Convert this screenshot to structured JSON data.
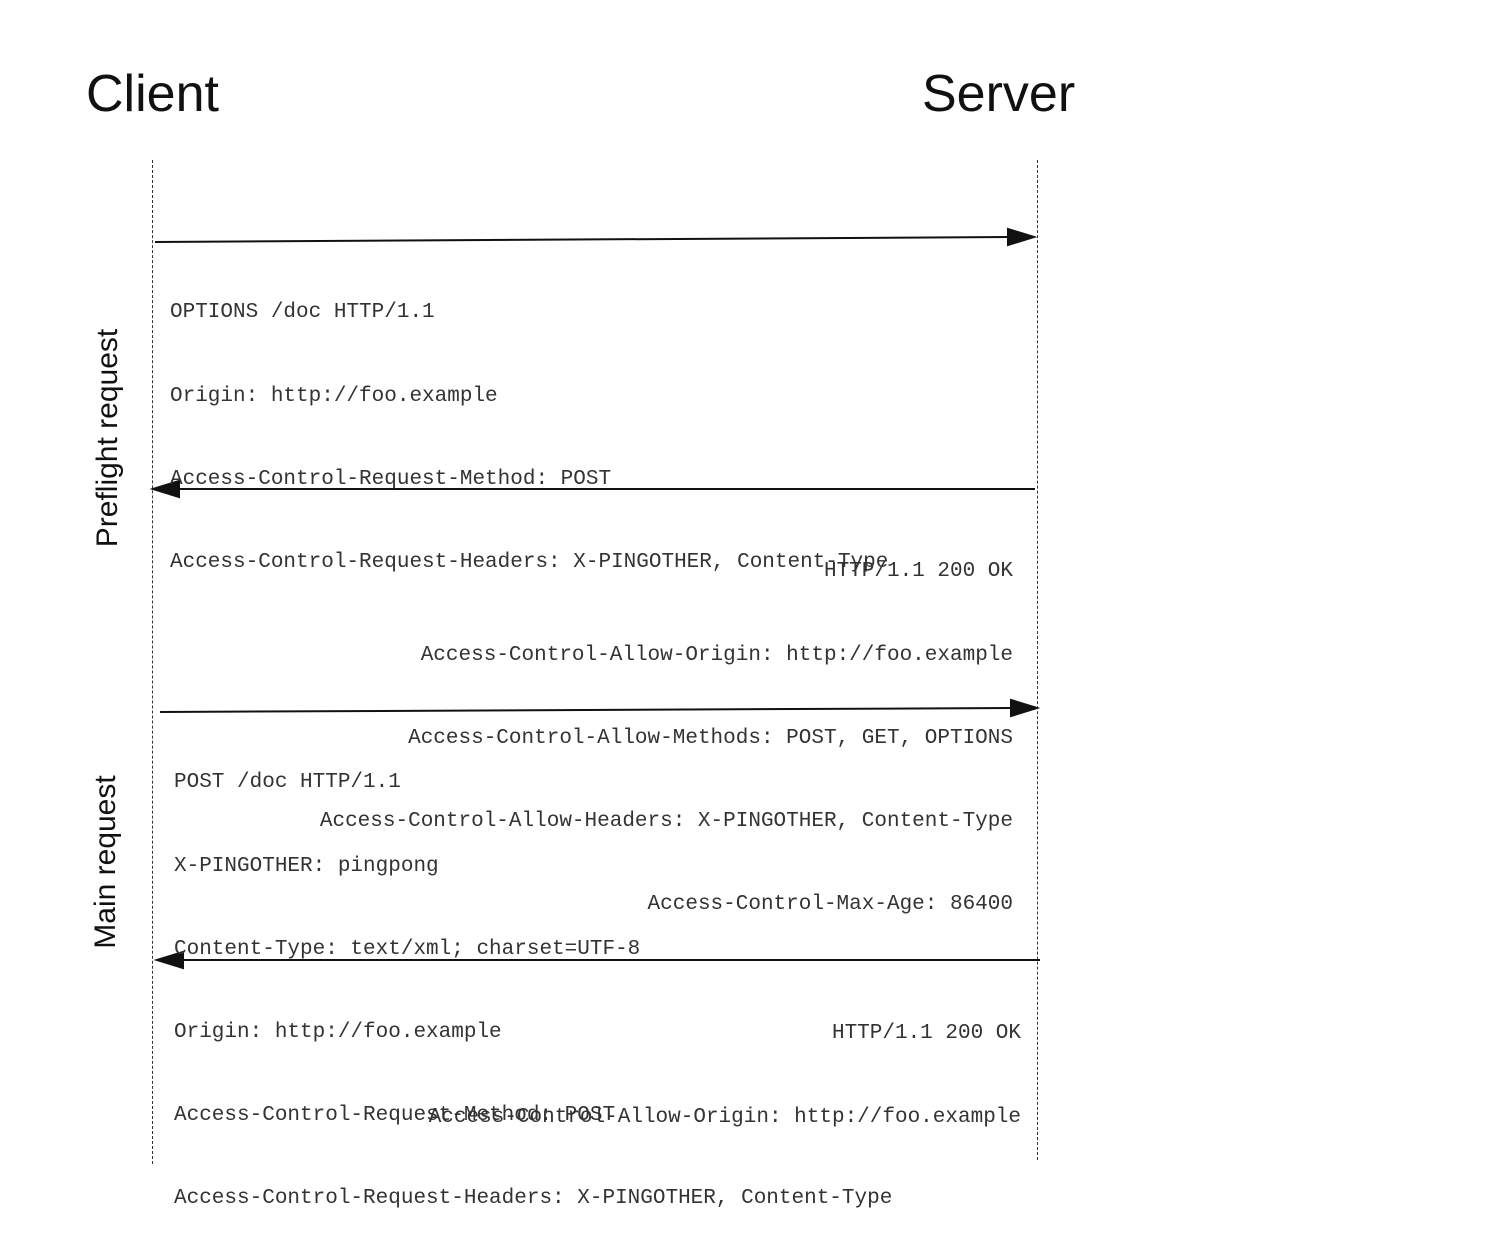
{
  "diagram": {
    "actors": {
      "client": "Client",
      "server": "Server"
    },
    "phases": {
      "preflight": "Preflight request",
      "main": "Main request"
    },
    "messages": {
      "preflight_request": {
        "direction": "client-to-server",
        "lines": [
          "OPTIONS /doc HTTP/1.1",
          "Origin: http://foo.example",
          "Access-Control-Request-Method: POST",
          "Access-Control-Request-Headers: X-PINGOTHER, Content-Type"
        ]
      },
      "preflight_response": {
        "direction": "server-to-client",
        "lines": [
          "HTTP/1.1 200 OK",
          "Access-Control-Allow-Origin: http://foo.example",
          "Access-Control-Allow-Methods: POST, GET, OPTIONS",
          "Access-Control-Allow-Headers: X-PINGOTHER, Content-Type",
          "Access-Control-Max-Age: 86400"
        ]
      },
      "main_request": {
        "direction": "client-to-server",
        "lines": [
          "POST /doc HTTP/1.1",
          "X-PINGOTHER: pingpong",
          "Content-Type: text/xml; charset=UTF-8",
          "Origin: http://foo.example",
          "Access-Control-Request-Method: POST",
          "Access-Control-Request-Headers: X-PINGOTHER, Content-Type"
        ]
      },
      "main_response": {
        "direction": "server-to-client",
        "lines": [
          "HTTP/1.1 200 OK",
          "Access-Control-Allow-Origin: http://foo.example"
        ]
      }
    }
  }
}
